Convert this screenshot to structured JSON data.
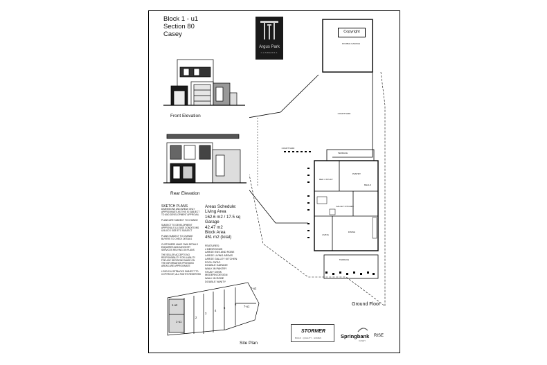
{
  "title": {
    "line1": "Block 1 - u1",
    "line2": "Section 80",
    "line3": "Casey"
  },
  "logo": {
    "name": "Argus Park",
    "sub": "CANBERRA"
  },
  "elevations": {
    "front": "Front Elevation",
    "rear": "Rear Elevation"
  },
  "notes": {
    "title": "SKETCH PLANS",
    "lines": [
      "DIMENSIONS AND AREAS ONLY",
      "APPROXIMATE AS THIS IS SUBJECT",
      "TO AND DEVELOPMENT APPROVAL",
      "",
      "PLANS ARE SUBJECT TO CHANGE",
      "",
      "SUBJECT TO DEVELOPMENT",
      "APPROVALS & LEASE CONDITIONS",
      "& BLOCK SIZE ETC SUBJECT",
      "",
      "PLANS SUBJECT TO CHANGE",
      "BUYERS TO CHECK DETAILS",
      "",
      "CUSTOMERS MAKE OWN DETAILS",
      "ENQUIRIES AND ADVISORY",
      "SERVICES RELYING ON PLANS",
      "",
      "THE SELLER ACCEPTS NO",
      "RESPONSIBILITY FOR LIABILITY",
      "FOR ANY DECISIONS MADE ON",
      "THE INFORMATION PROVIDED",
      "AREAS ARE APPROXIMATE",
      "",
      "LEVELS & SETBACKS SUBJECT TO",
      "COPYRIGHT, ALL RIGHTS RESERVED"
    ]
  },
  "areas": {
    "heading": "Areas Schedule:",
    "living_label": "Living Area",
    "living_value": "162.6 m2 / 17.5 sq",
    "garage_label": "Garage",
    "garage_value": "42.47 m2",
    "block_label": "Block Area",
    "block_value": "451 m2 (total)"
  },
  "features": {
    "heading": "FEATURES:",
    "items": [
      "4 BEDROOMS",
      "LARGE ENS AND ROBE",
      "LARGE LIVING AREAS",
      "LARGE GALLEY KITCHEN",
      "POOL PATIO",
      "DOUBLE GARAGE",
      "WALK IN PANTRY",
      "STUDY DESK",
      "MODERN DESIGN",
      "WALK IN ROBE",
      "DOUBLE VANITY"
    ]
  },
  "floorplan": {
    "copyright": "Copyright",
    "double_garage": "DOUBLE GARAGE",
    "courtyard_main": "COURTYARD",
    "courtyard_left": "COURTYARD",
    "terrace": "TERRACE",
    "bed_study": "BED 4 STUDY",
    "pantry": "PANTRY",
    "meals": "MEALS",
    "galley_kitchen": "GALLEY KITCHEN",
    "living": "LIVING",
    "dining": "DINING",
    "terrace_bottom": "TERRACE",
    "ground_floor": "Ground Floor"
  },
  "site_plan": {
    "caption": "Site Plan",
    "lots": [
      "7-u2",
      "7-u1",
      "1-u2",
      "1-u1",
      "2",
      "3",
      "4",
      "5",
      "6"
    ]
  },
  "brands": {
    "stormer": "STORMER",
    "stormer_tag": "BUILD  ·  QUALITY  ·  HOMES",
    "springbank": "Springbank",
    "springbank_rise": "RISE",
    "springbank_tag": "CASEY"
  }
}
